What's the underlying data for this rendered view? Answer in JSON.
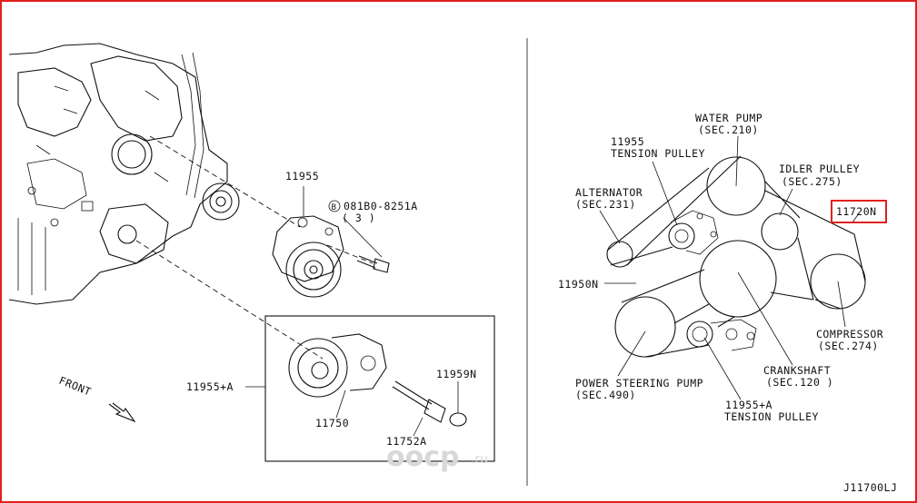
{
  "left_panel": {
    "tensioner_label": "11955",
    "bolt_ref": "081B0-8251A",
    "bolt_qty": "( 3 )",
    "bolt_circle": "B",
    "assy_label": "11955+A",
    "pulley_label": "11750",
    "bolt_label": "11752A",
    "cap_label": "11959N",
    "front_label": "FRONT"
  },
  "right_panel": {
    "water_pump": "WATER PUMP",
    "water_pump_sec": "(SEC.210)",
    "tension_pulley_num": "11955",
    "tension_pulley": "TENSION PULLEY",
    "idler_pulley": "IDLER PULLEY",
    "idler_pulley_sec": "(SEC.275)",
    "alternator": "ALTERNATOR",
    "alternator_sec": "(SEC.231)",
    "belt_label": "11720N",
    "belt_ribbed": "11950N",
    "compressor": "COMPRESSOR",
    "compressor_sec": "(SEC.274)",
    "crankshaft": "CRANKSHAFT",
    "crankshaft_sec": "(SEC.120 )",
    "power_steering": "POWER STEERING PUMP",
    "power_steering_sec": "(SEC.490)",
    "tension_pulley2_num": "11955+A",
    "tension_pulley2": "TENSION PULLEY"
  },
  "diagram_code": "J11700LJ",
  "watermark": {
    "brand": "oocp",
    "domain": ".ru"
  },
  "colors": {
    "highlight": "#e02020",
    "ink": "#111111",
    "watermark": "#d8d8d8"
  }
}
